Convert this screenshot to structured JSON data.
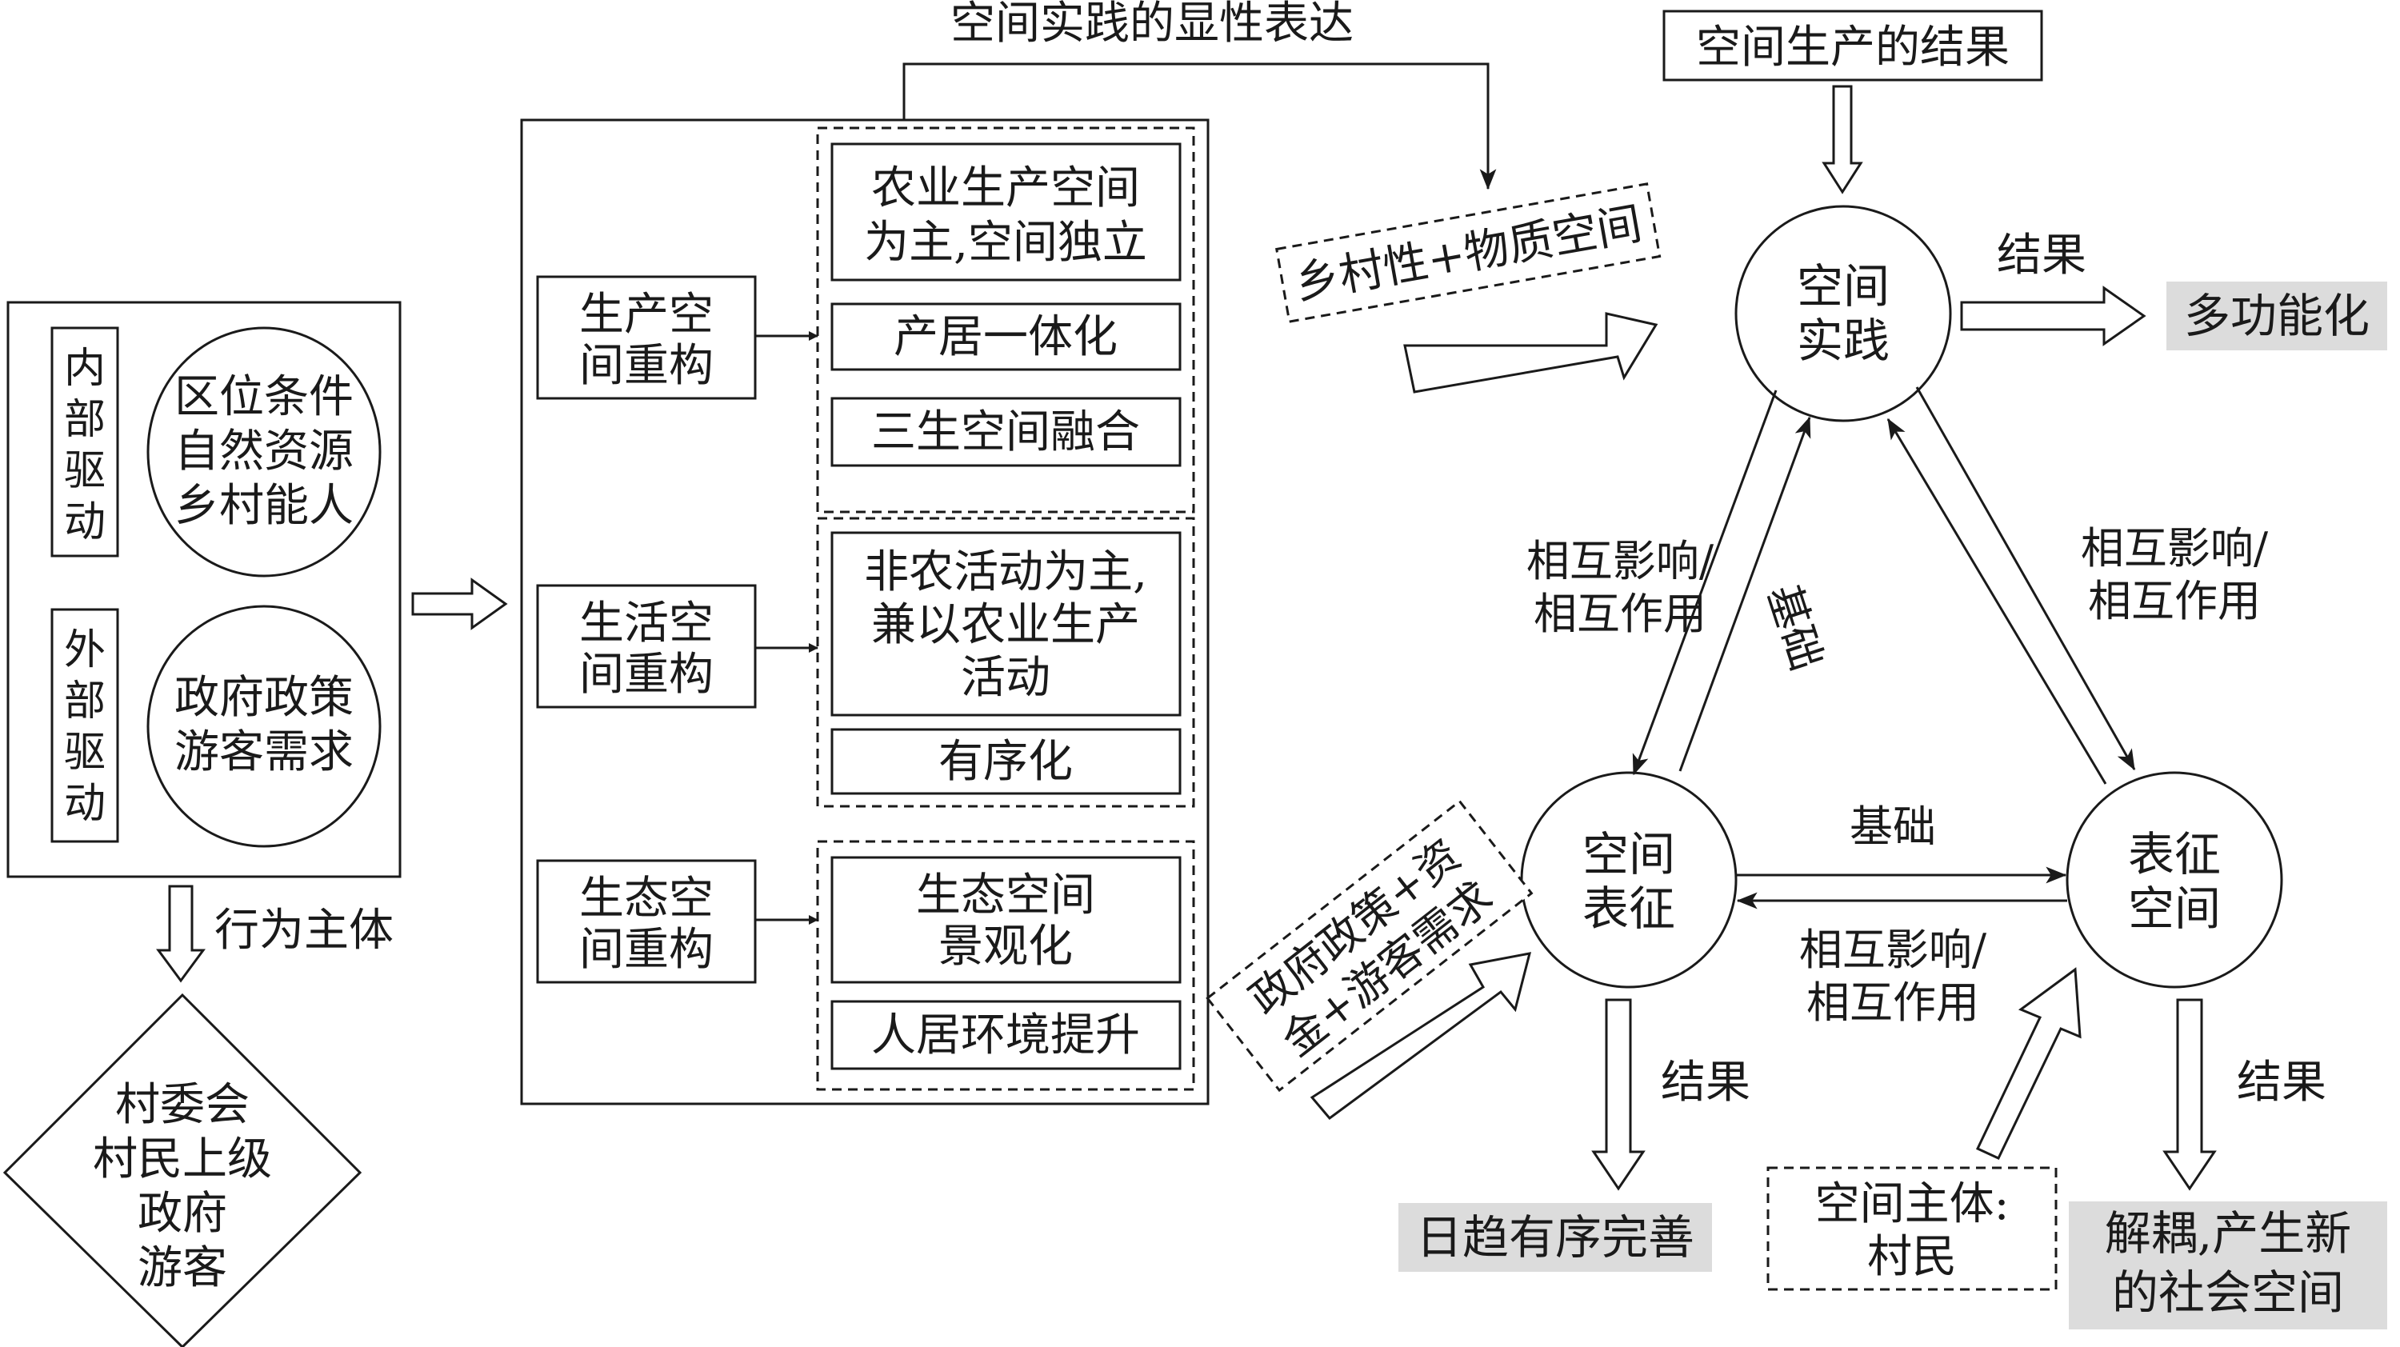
{
  "colors": {
    "ink": "#1a1a1a",
    "highlight": "#dcdcdc",
    "background": "#ffffff"
  },
  "drivers": {
    "internal_label": [
      "内",
      "部",
      "驱",
      "动"
    ],
    "internal_items": [
      "区位条件",
      "自然资源",
      "乡村能人"
    ],
    "external_label": [
      "外",
      "部",
      "驱",
      "动"
    ],
    "external_items": [
      "政府政策",
      "游客需求"
    ],
    "actor_label": "行为主体",
    "actors": [
      "村委会",
      "村民上级",
      "政府",
      "游客"
    ]
  },
  "restructuring": {
    "top_label": "空间实践的显性表达",
    "production": {
      "title": [
        "生产空",
        "间重构"
      ],
      "items": [
        [
          "农业生产空间",
          "为主,空间独立"
        ],
        [
          "产居一体化"
        ],
        [
          "三生空间融合"
        ]
      ]
    },
    "living": {
      "title": [
        "生活空",
        "间重构"
      ],
      "items": [
        [
          "非农活动为主,",
          "兼以农业生产",
          "活动"
        ],
        [
          "有序化"
        ]
      ]
    },
    "ecology": {
      "title": [
        "生态空",
        "间重构"
      ],
      "items": [
        [
          "生态空间",
          "景观化"
        ],
        [
          "人居环境提升"
        ]
      ]
    }
  },
  "triad": {
    "practice": [
      "空间",
      "实践"
    ],
    "representation": [
      "空间",
      "表征"
    ],
    "representational": [
      "表征",
      "空间"
    ],
    "production_result": "空间生产的结果",
    "rural_material": "乡村性+物质空间",
    "policy_input": [
      "政府政策+资",
      "金+游客需求"
    ],
    "subject": [
      "空间主体:",
      "村民"
    ],
    "result_label": "结果",
    "mutual": [
      "相互影响/",
      "相互作用"
    ],
    "basis": "基础",
    "outcome_practice": "多功能化",
    "outcome_representation": "日趋有序完善",
    "outcome_representational": [
      "解耦,产生新",
      "的社会空间"
    ]
  }
}
